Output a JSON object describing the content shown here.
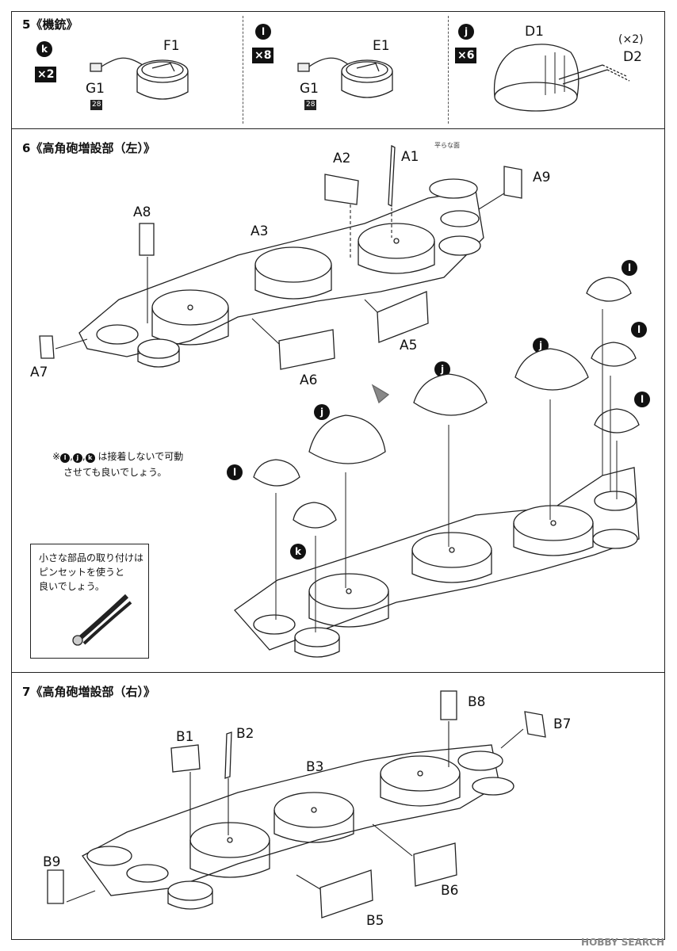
{
  "step5": {
    "number": "5",
    "title": "《機銃》",
    "panels": [
      {
        "badge": "k",
        "count": "×2",
        "top_label": "F1",
        "part_label": "G1",
        "paint_code": "28"
      },
      {
        "badge": "l",
        "count": "×8",
        "top_label": "E1",
        "part_label": "G1",
        "paint_code": "28"
      },
      {
        "badge": "j",
        "count": "×6",
        "top_label": "D1",
        "side_label": "D2",
        "side_qty": "(×2)"
      }
    ]
  },
  "step6": {
    "number": "6",
    "title": "《高角砲増設部（左）》",
    "flat_side_note": "平らな面",
    "parts": [
      "A1",
      "A2",
      "A3",
      "A5",
      "A6",
      "A7",
      "A8",
      "A9"
    ],
    "badges": [
      "l",
      "l",
      "l",
      "j",
      "j",
      "j",
      "l",
      "k"
    ],
    "note_prefix": "※",
    "note_badges": [
      "l",
      "j",
      "k"
    ],
    "note_line1": "は接着しないで可動",
    "note_line2": "させても良いでしょう。",
    "tip_lines": [
      "小さな部品の取り付けは",
      "ピンセットを使うと",
      "良いでしょう。"
    ]
  },
  "step7": {
    "number": "7",
    "title": "《高角砲増設部（右）》",
    "parts": [
      "B1",
      "B2",
      "B3",
      "B5",
      "B6",
      "B7",
      "B8",
      "B9"
    ]
  },
  "watermark": "HOBBY SEARCH"
}
